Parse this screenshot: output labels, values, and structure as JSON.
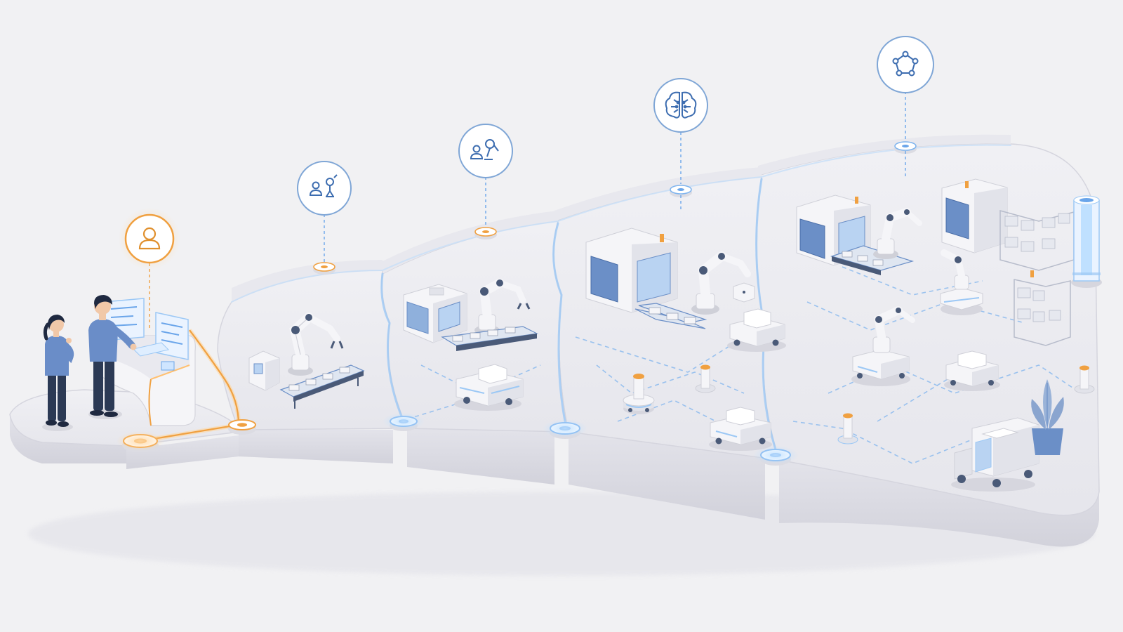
{
  "palette": {
    "background": "#f1f1f3",
    "platform_top": "#ececf0",
    "platform_side": "#dcdce3",
    "accent_orange": "#f0a040",
    "accent_blue": "#4a7fc0",
    "glow_blue": "#9cc8f5",
    "machine_white": "#f7f7fa",
    "machine_blue": "#6b8fc7",
    "person_blue": "#6a8dc8",
    "person_dark": "#2c3a55"
  },
  "stages": [
    {
      "id": "operator",
      "icon": "person-icon",
      "accent": "#f0a040"
    },
    {
      "id": "assisted",
      "icon": "person-robot-icon",
      "accent": "#4a7fc0"
    },
    {
      "id": "collaborative",
      "icon": "person-robot-arm-icon",
      "accent": "#4a7fc0"
    },
    {
      "id": "intelligent",
      "icon": "brain-icon",
      "accent": "#4a7fc0"
    },
    {
      "id": "networked",
      "icon": "network-pentagon-icon",
      "accent": "#4a7fc0"
    }
  ]
}
